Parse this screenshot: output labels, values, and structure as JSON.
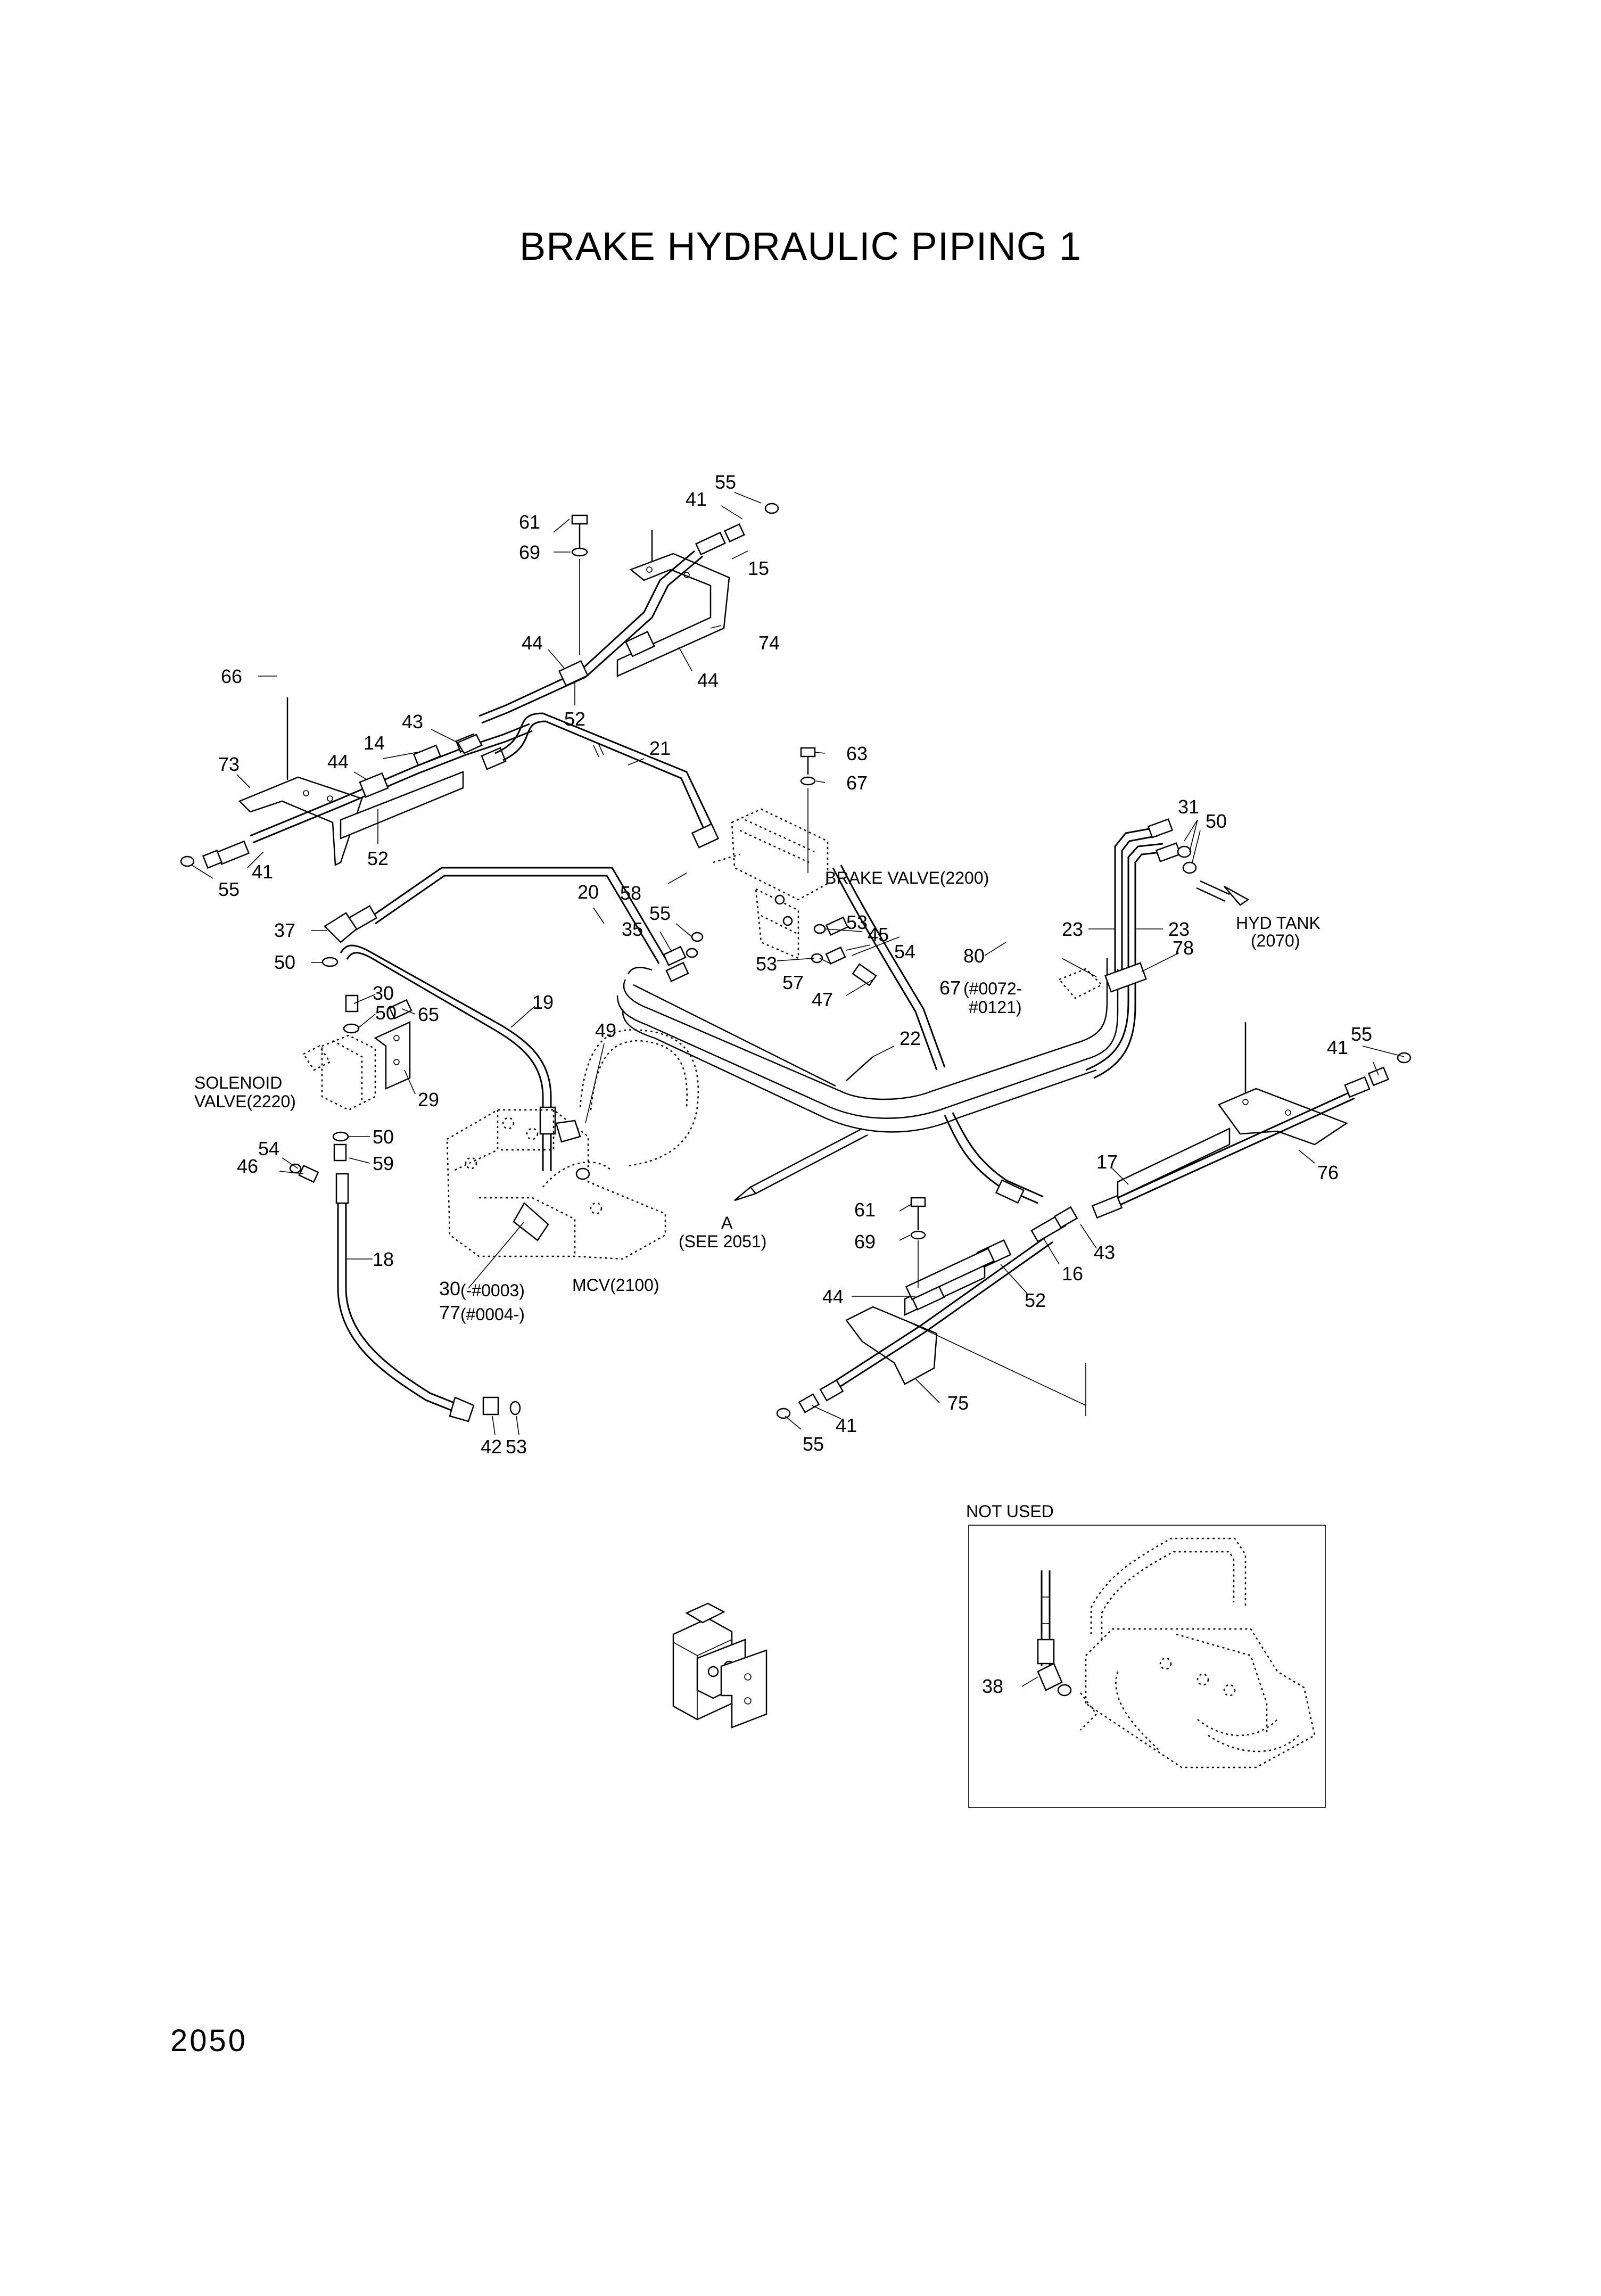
{
  "title": "BRAKE HYDRAULIC PIPING 1",
  "page_number": "2050",
  "annotations": {
    "brake_valve": "BRAKE VALVE(2200)",
    "hyd_tank_1": "HYD TANK",
    "hyd_tank_2": "(2070)",
    "solenoid_1": "SOLENOID",
    "solenoid_2": "VALVE(2220)",
    "see_a": "A",
    "see_2051": "(SEE 2051)",
    "mcv": "MCV(2100)",
    "range_30": "(-#0003)",
    "range_77": "(#0004-)",
    "range_67a": "(#0072-",
    "range_67b": "#0121)",
    "not_used": "NOT USED"
  },
  "callouts": {
    "c55a": "55",
    "c41a": "41",
    "c61a": "61",
    "c69a": "69",
    "c15": "15",
    "c44a": "44",
    "c74": "74",
    "c44b": "44",
    "c52a": "52",
    "c66": "66",
    "c43a": "43",
    "c73": "73",
    "c44c": "44",
    "c14": "14",
    "c21": "21",
    "c41b": "41",
    "c55b": "55",
    "c52b": "52",
    "c63": "63",
    "c67a": "67",
    "c31": "31",
    "c50a": "50",
    "c58": "58",
    "c20": "20",
    "c37": "37",
    "c55c": "55",
    "c35": "35",
    "c53a": "53",
    "c45": "45",
    "c54a": "54",
    "c23a": "23",
    "c23b": "23",
    "c78": "78",
    "c50b": "50",
    "c53b": "53",
    "c80": "80",
    "c57": "57",
    "c47": "47",
    "c67b": "67",
    "c19": "19",
    "c30a": "30",
    "c50c": "50",
    "c65": "65",
    "c49": "49",
    "c22": "22",
    "c55d": "55",
    "c41c": "41",
    "c29": "29",
    "c50d": "50",
    "c54b": "54",
    "c46": "46",
    "c59": "59",
    "c17": "17",
    "c76": "76",
    "c61b": "61",
    "c69b": "69",
    "c43b": "43",
    "c16": "16",
    "c18": "18",
    "c30b": "30",
    "c77": "77",
    "c44d": "44",
    "c52c": "52",
    "c75": "75",
    "c41d": "41",
    "c55e": "55",
    "c42": "42",
    "c53c": "53",
    "c38": "38"
  }
}
